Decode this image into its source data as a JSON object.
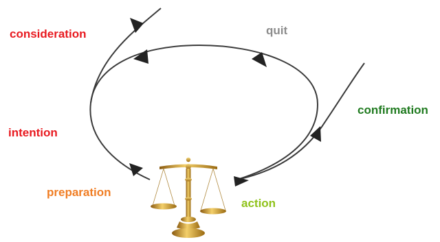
{
  "labels": {
    "consideration": "consideration",
    "quit": "quit",
    "intention": "intention",
    "confirmation": "confirmation",
    "preparation": "preparation",
    "action": "action"
  },
  "colors": {
    "consideration": "#e8191f",
    "quit": "#8c8c8c",
    "intention": "#e8191f",
    "confirmation": "#1f7a1f",
    "preparation": "#f07d23",
    "action": "#8fc21a",
    "line": "#3a3a3a",
    "scale_gold": "#c9961f"
  },
  "icons": {
    "center": "balance-scale-icon"
  }
}
